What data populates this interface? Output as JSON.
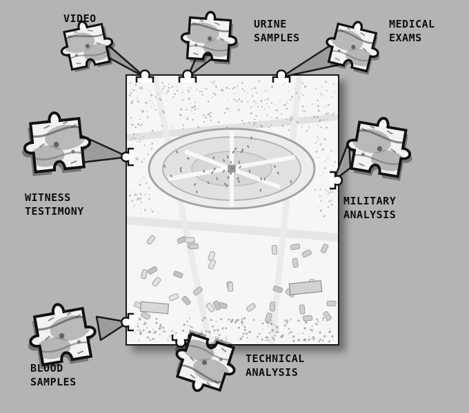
{
  "canvas": {
    "background_color": "#b4b4b4",
    "text_color": "#0d0d0d"
  },
  "pieces": [
    {
      "id": "video",
      "label": "VIDEO"
    },
    {
      "id": "urine-samples",
      "label": "URINE SAMPLES"
    },
    {
      "id": "medical-exams",
      "label": "MEDICAL EXAMS"
    },
    {
      "id": "witness-testimony",
      "label": "WITNESS TESTIMONY"
    },
    {
      "id": "military-analysis",
      "label": "MILITARY ANALYSIS"
    },
    {
      "id": "blood-samples",
      "label": "BLOOD SAMPLES"
    },
    {
      "id": "technical-analysis",
      "label": "TECHNICAL ANALYSIS"
    }
  ],
  "icons": {
    "puzzle_piece": "jigsaw-puzzle-piece",
    "connector": "pointer-wedge",
    "center": "aerial-plaza-illustration"
  }
}
